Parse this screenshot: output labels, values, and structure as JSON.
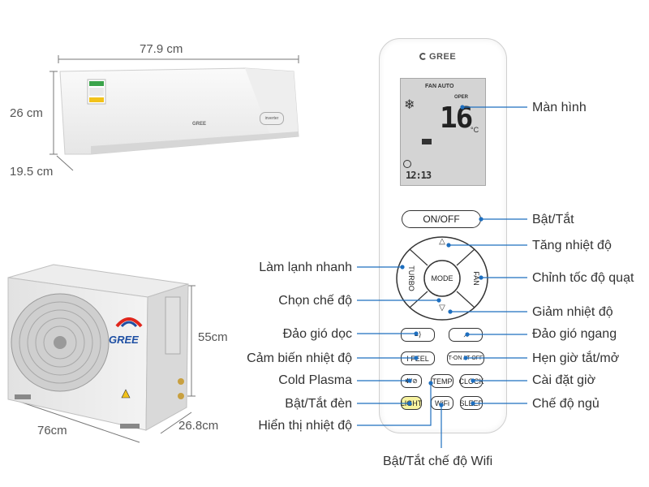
{
  "indoor_unit": {
    "width": "77.9 cm",
    "height": "26 cm",
    "depth": "19.5 cm",
    "brand": "GREE"
  },
  "outdoor_unit": {
    "width": "76cm",
    "height": "55cm",
    "depth": "26.8cm",
    "brand": "GREE"
  },
  "remote": {
    "brand": "GREE",
    "display": {
      "fan_auto": "FAN AUTO",
      "oper": "OPER",
      "temperature": "16",
      "unit": "°C",
      "clock": "12:13"
    },
    "buttons": {
      "on_off": "ON/OFF",
      "mode": "MODE",
      "turbo": "TURBO",
      "fan": "FAN",
      "i_feel": "I FEEL",
      "timer": "T-ON / T-OFF",
      "temp": "TEMP",
      "clock": "CLOCK",
      "light": "LIGHT",
      "wifi": "WiFi",
      "sleep": "SLEEP"
    }
  },
  "labels": {
    "man_hinh": "Màn hình",
    "bat_tat": "Bật/Tắt",
    "tang_nhiet_do": "Tăng nhiệt độ",
    "lam_lanh_nhanh": "Làm lạnh nhanh",
    "chinh_toc_do_quat": "Chỉnh tốc độ quạt",
    "chon_che_do": "Chọn chế độ",
    "giam_nhiet_do": "Giảm nhiệt độ",
    "dao_gio_doc": "Đảo gió dọc",
    "dao_gio_ngang": "Đảo gió ngang",
    "cam_bien_nhiet_do": "Cảm biến nhiệt độ",
    "hen_gio_tat_mo": "Hẹn giờ tắt/mở",
    "cold_plasma": "Cold Plasma",
    "cai_dat_gio": "Cài đặt giờ",
    "bat_tat_den": "Bật/Tắt đèn",
    "che_do_ngu": "Chế độ ngủ",
    "hien_thi_nhiet_do": "Hiển thị nhiệt độ",
    "bat_tat_wifi": "Bật/Tắt chế độ Wifi"
  }
}
